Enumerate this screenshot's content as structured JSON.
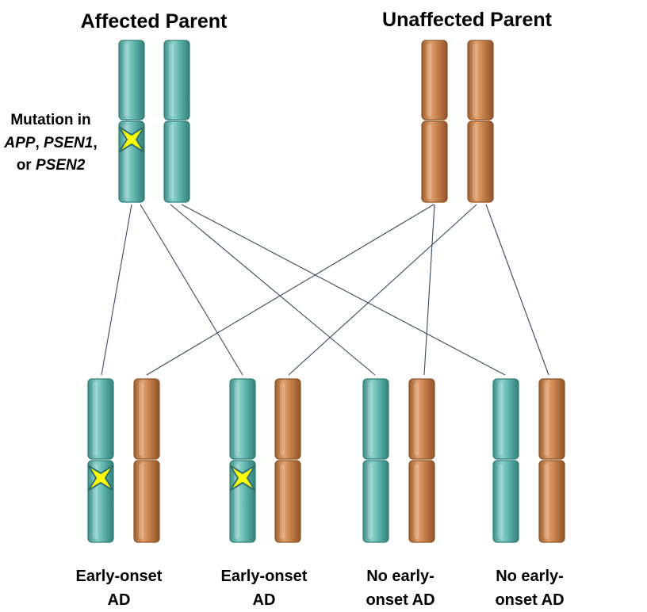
{
  "parents": {
    "affected": {
      "title": "Affected Parent",
      "chromosomes": [
        {
          "color": "teal",
          "mutated": true
        },
        {
          "color": "teal",
          "mutated": false
        }
      ]
    },
    "unaffected": {
      "title": "Unaffected Parent",
      "chromosomes": [
        {
          "color": "orange",
          "mutated": false
        },
        {
          "color": "orange",
          "mutated": false
        }
      ]
    }
  },
  "mutation_label": {
    "line1": "Mutation in",
    "line2_genes": [
      "APP",
      "PSEN1"
    ],
    "line3_prefix": "or",
    "line3_gene": "PSEN2"
  },
  "offspring": [
    {
      "label_line1": "Early-onset",
      "label_line2": "AD",
      "inherits_mutation": true
    },
    {
      "label_line1": "Early-onset",
      "label_line2": "AD",
      "inherits_mutation": true
    },
    {
      "label_line1": "No early-",
      "label_line2": "onset AD",
      "inherits_mutation": false
    },
    {
      "label_line1": "No early-",
      "label_line2": "onset AD",
      "inherits_mutation": false
    }
  ],
  "colors": {
    "teal": "#5fb5ad",
    "teal_dark": "#2f7f78",
    "orange": "#c8814a",
    "orange_dark": "#8e5428",
    "mutation_star": "#ffff00",
    "mutation_star_outline": "#2f6f70"
  }
}
